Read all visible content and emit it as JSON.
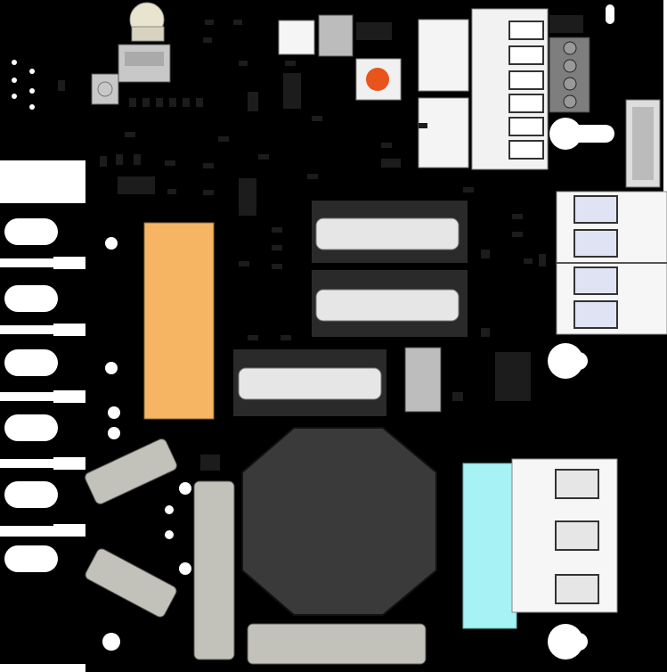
{
  "colors": {
    "board": "#2e7a37",
    "background": "#ffffff",
    "smd": "#1c1c1c",
    "pad": "#e8e8e8",
    "connector": "#f2f2f2",
    "relay_orange": "#f6b562",
    "cyan_block": "#a6f2f4",
    "inductor": "#3a3a3a",
    "button_red": "#e8541c",
    "fuse_glass": "#e6e6e6",
    "resistor_body": "#c2c2ba",
    "terminal_grey": "#7e7e7e"
  },
  "icons": [
    "pcb-board",
    "fuse",
    "relay",
    "terminal-block",
    "push-button",
    "inductor",
    "led"
  ]
}
